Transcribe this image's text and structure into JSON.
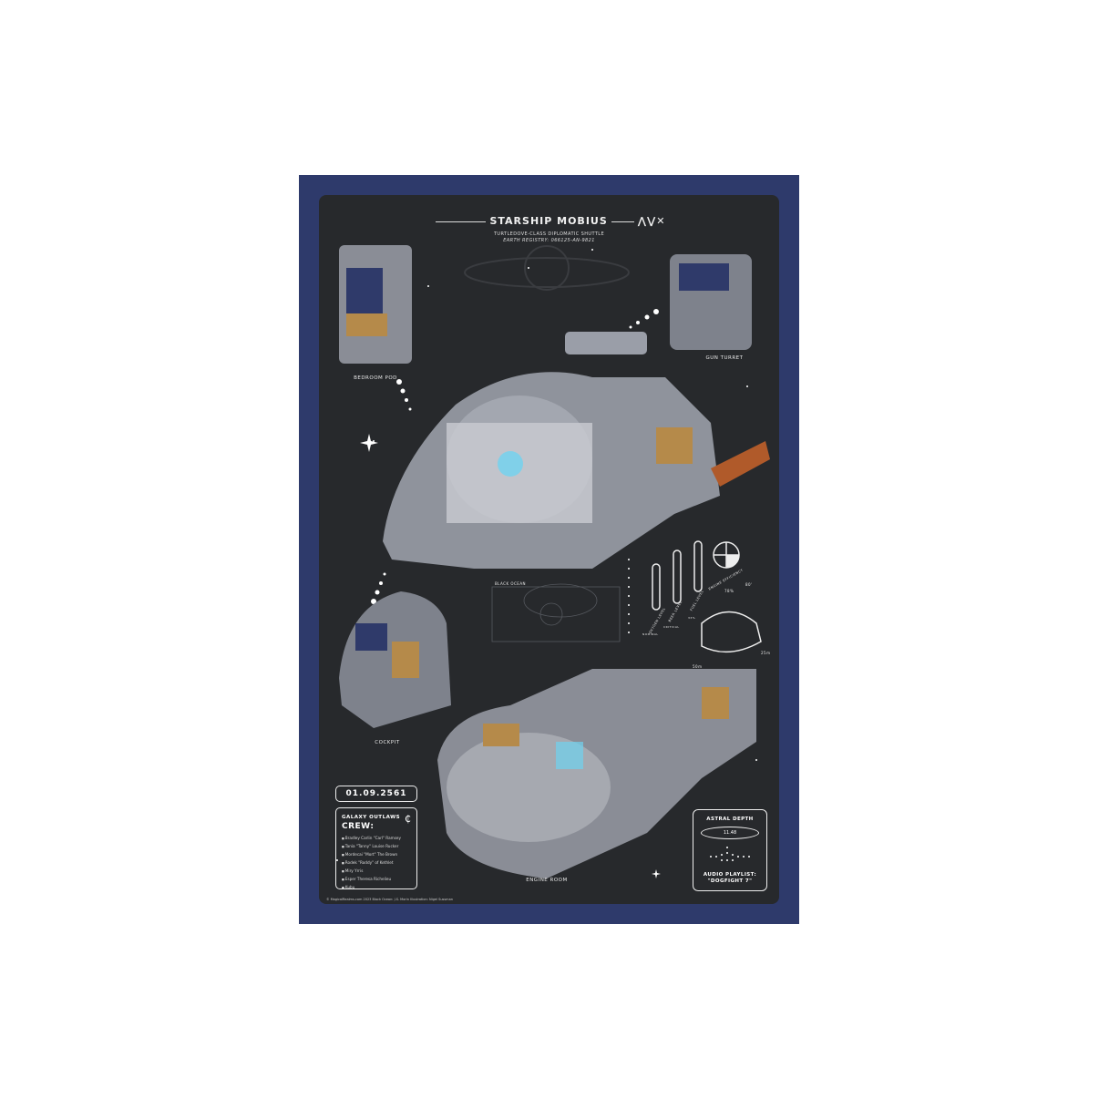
{
  "poster": {
    "title": "STARSHIP MOBIUS",
    "subtitle": "TURTLEDOVE-CLASS DIPLOMATIC SHUTTLE",
    "registry": "EARTH REGISTRY: 066125-AN-9821",
    "labels": {
      "bedroom": "BEDROOM POD",
      "turret": "GUN TURRET",
      "cockpit": "COCKPIT",
      "engine": "ENGINE ROOM",
      "blackocean": "BLACK OCEAN"
    },
    "gauges": {
      "oxygen": "OXYGEN LEVEL",
      "beer": "BEER LEVEL",
      "fuel": "FUEL LEVEL",
      "engine": "ENGINE EFFICIENCY",
      "oxygen_status": "NOMINAL",
      "beer_status": "CRITICAL",
      "fuel_value": "33%",
      "engine_value": "78%",
      "dim_a": "80'",
      "dim_b": "25m",
      "dim_c": "50m"
    },
    "date": "01.09.2561",
    "crew": {
      "group": "GALAXY OUTLAWS",
      "heading": "CREW:",
      "members": [
        "Bradley Carlin \"Carl\" Ramsey",
        "Tania \"Tanny\" Louise Rucker",
        "Mordecai \"Mort\" The Brown",
        "Rodek \"Roddy\" of Kethlet",
        "Miry Yrris",
        "Esper Theresa Richelieu",
        "Kubu"
      ]
    },
    "astral": {
      "title": "ASTRAL DEPTH",
      "value": "11.48",
      "playlist_label": "AUDIO PLAYLIST:",
      "playlist": "\"DOGFIGHT 7\""
    },
    "footer": "© MagicalRealms.com 2023   Black Ocean: J.S. Morin   Illustration: Nigel Sussman",
    "colors": {
      "frame": "#2e3a6b",
      "panel": "#27292c",
      "text": "#f2f2f2"
    }
  }
}
